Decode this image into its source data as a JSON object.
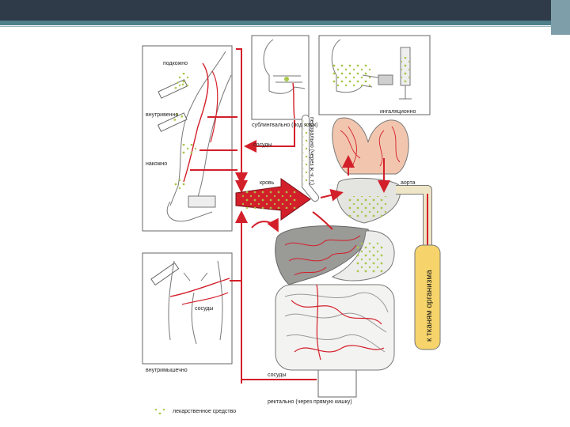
{
  "labels": {
    "subcutaneous": "подкожно",
    "intravenous": "внутривенно",
    "transdermal": "накожно",
    "sublingual": "сублингвально\n(под язык)",
    "oral": "перорально (через ж.-к. т.)",
    "inhalation": "ингаляционно",
    "vessels_top": "сосуды",
    "blood": "кровь",
    "aorta": "аорта",
    "vessels_mid": "сосуды",
    "intramuscular": "внутримышечно",
    "vessels_bottom": "сосуды",
    "rectal": "ректально (через прямую кишку)",
    "to_tissues": "к тканям организма",
    "legend": "лекарственное средство"
  },
  "colors": {
    "flow": "#d31f2a",
    "drug": "#a8c84a",
    "lung": "#f2c6ae",
    "liver": "#9a9a97",
    "tissue": "#f6d46b",
    "outline": "#555555"
  }
}
